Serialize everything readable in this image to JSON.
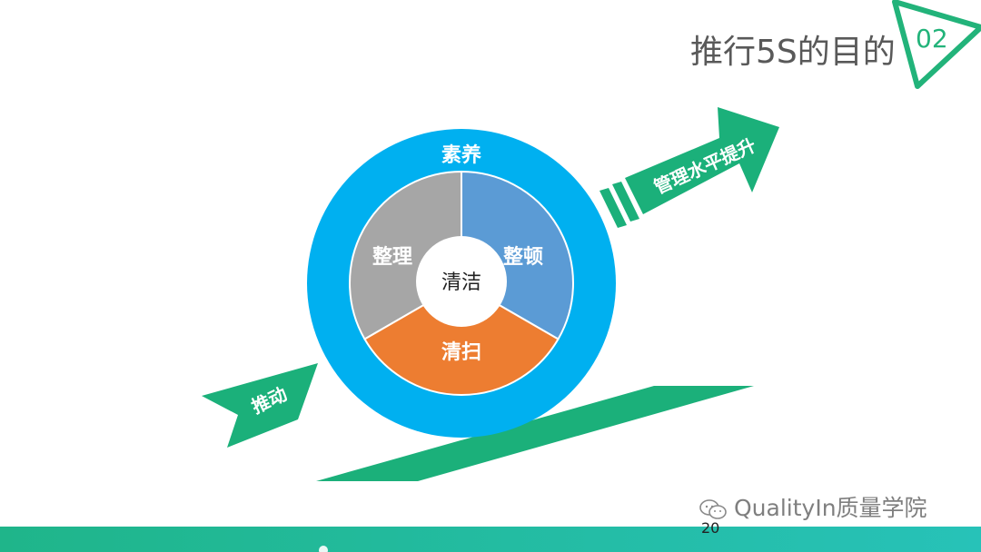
{
  "header": {
    "title": "推行5S的目的",
    "section_number": "02"
  },
  "diagram": {
    "outer_ring_label": "素养",
    "segments": [
      {
        "label": "整理",
        "color": "#a6a6a6"
      },
      {
        "label": "整顿",
        "color": "#5b9bd5"
      },
      {
        "label": "清扫",
        "color": "#ed7d31"
      }
    ],
    "center_label": "清洁",
    "ring_color": "#00b0f0",
    "push_label": "推动",
    "rise_label": "管理水平提升",
    "arrow_color": "#1bb07a"
  },
  "footer": {
    "watermark": "QualityIn质量学院",
    "page_number": "20"
  }
}
